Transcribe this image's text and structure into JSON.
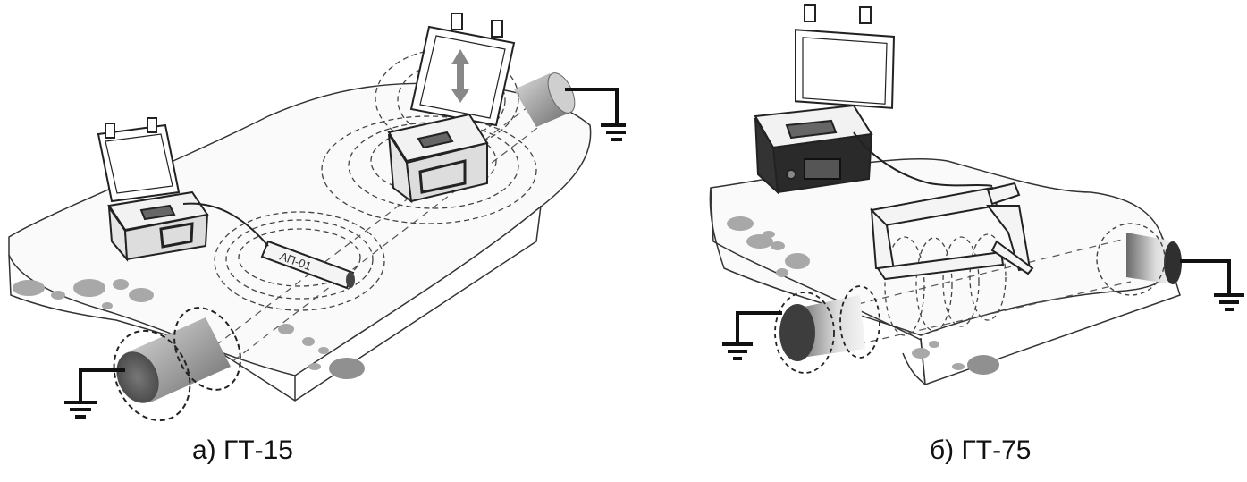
{
  "panels": [
    {
      "caption": "а) ГТ-15",
      "probe_label": "АП-01"
    },
    {
      "caption": "б) ГТ-75"
    }
  ],
  "colors": {
    "line": "#333333",
    "pipe_dark": "#555555",
    "pipe_light": "#dddddd",
    "stone": "#a8a8a8",
    "ground_wire": "#111111"
  }
}
